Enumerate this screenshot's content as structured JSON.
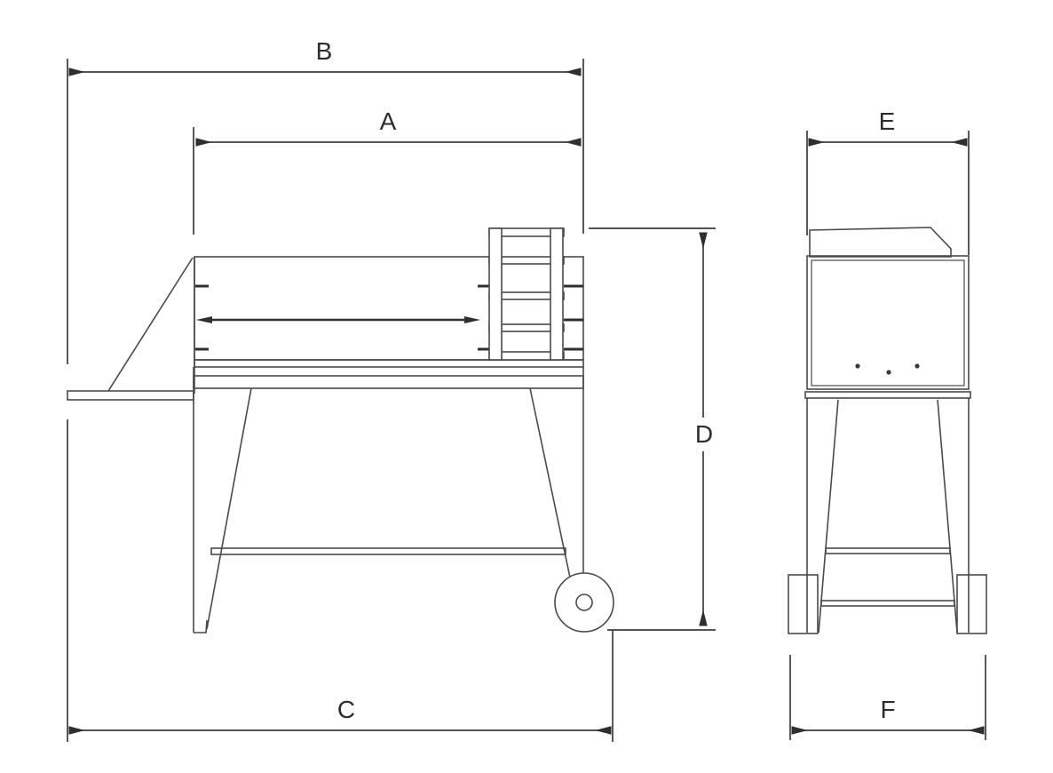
{
  "drawing": {
    "type": "two-view dimensioned technical line drawing of a wheeled machine on splayed legs",
    "views": {
      "side_view": "left view: long horizontal body with feed ramp, side shelf, motor/belt unit on right end, legs, single wheel",
      "front_view": "right view: cabinet with beveled lid, three fasteners, A-frame legs, two cross braces, two wheels"
    }
  },
  "dimensions": {
    "A": {
      "label": "A"
    },
    "B": {
      "label": "B"
    },
    "C": {
      "label": "C"
    },
    "D": {
      "label": "D"
    },
    "E": {
      "label": "E"
    },
    "F": {
      "label": "F"
    }
  },
  "colors": {
    "background": "#ffffff",
    "line": "#4a4a4a",
    "dimension_line": "#3c3c3c",
    "accent_dark": "#2f2f2f",
    "label_text": "#2d2d2d"
  }
}
